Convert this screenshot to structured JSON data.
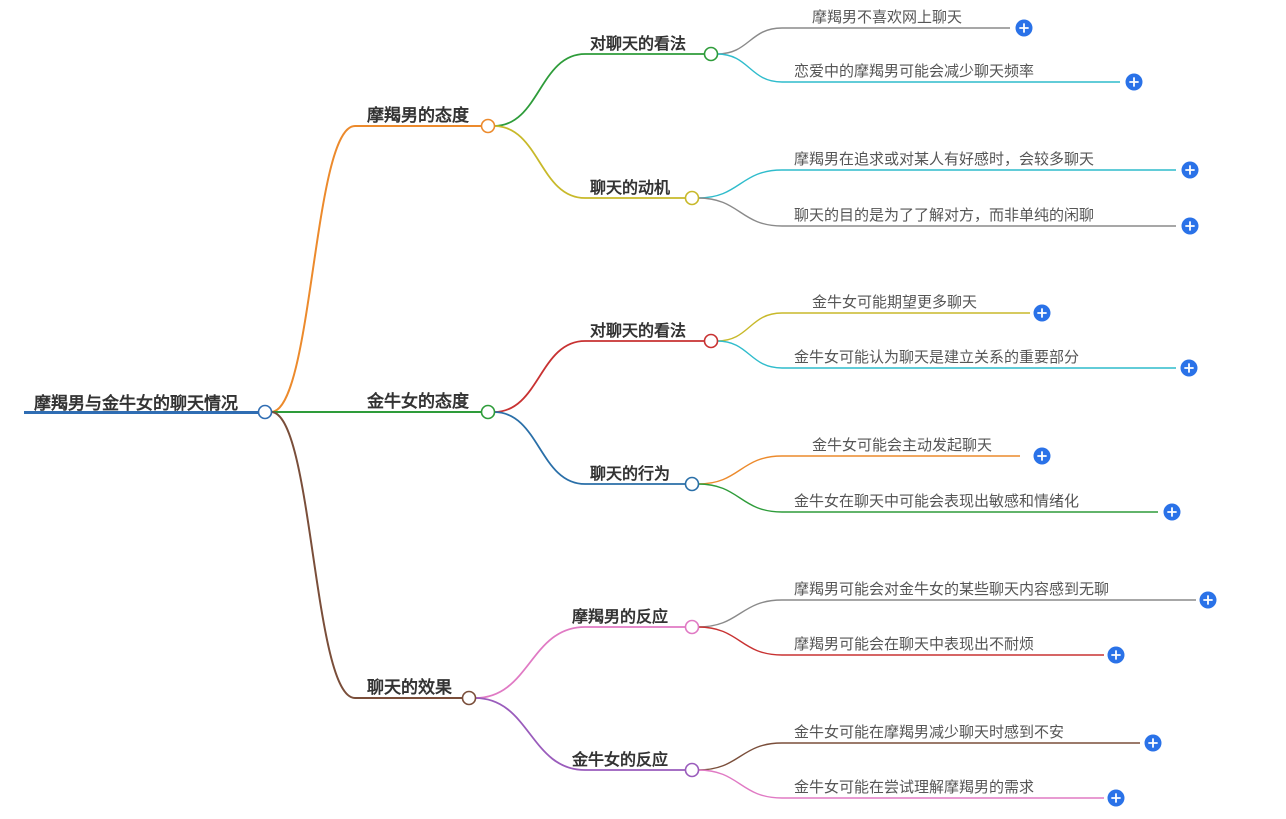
{
  "root": {
    "label": "摩羯男与金牛女的聊天情况",
    "color": "#2f6db3"
  },
  "branches": [
    {
      "label": "摩羯男的态度",
      "color": "#ec8a2c",
      "children": [
        {
          "label": "对聊天的看法",
          "color": "#2e9c3a",
          "leaves": [
            {
              "label": "摩羯男不喜欢网上聊天",
              "color": "#8a8a8a"
            },
            {
              "label": "恋爱中的摩羯男可能会减少聊天频率",
              "color": "#2fbccc"
            }
          ]
        },
        {
          "label": "聊天的动机",
          "color": "#c8b92a",
          "leaves": [
            {
              "label": "摩羯男在追求或对某人有好感时，会较多聊天",
              "color": "#2fbccc"
            },
            {
              "label": "聊天的目的是为了了解对方，而非单纯的闲聊",
              "color": "#8a8a8a"
            }
          ]
        }
      ]
    },
    {
      "label": "金牛女的态度",
      "color": "#2e9c3a",
      "children": [
        {
          "label": "对聊天的看法",
          "color": "#c83232",
          "leaves": [
            {
              "label": "金牛女可能期望更多聊天",
              "color": "#c8b92a"
            },
            {
              "label": "金牛女可能认为聊天是建立关系的重要部分",
              "color": "#2fbccc"
            }
          ]
        },
        {
          "label": "聊天的行为",
          "color": "#2a6fa8",
          "leaves": [
            {
              "label": "金牛女可能会主动发起聊天",
              "color": "#ec8a2c"
            },
            {
              "label": "金牛女在聊天中可能会表现出敏感和情绪化",
              "color": "#2e9c3a"
            }
          ]
        }
      ]
    },
    {
      "label": "聊天的效果",
      "color": "#7a4e3a",
      "children": [
        {
          "label": "摩羯男的反应",
          "color": "#e07ac4",
          "leaves": [
            {
              "label": "摩羯男可能会对金牛女的某些聊天内容感到无聊",
              "color": "#8a8a8a"
            },
            {
              "label": "摩羯男可能会在聊天中表现出不耐烦",
              "color": "#c83232"
            }
          ]
        },
        {
          "label": "金牛女的反应",
          "color": "#9a5cbc",
          "leaves": [
            {
              "label": "金牛女可能在摩羯男减少聊天时感到不安",
              "color": "#7a4e3a"
            },
            {
              "label": "金牛女可能在尝试理解摩羯男的需求",
              "color": "#e07ac4"
            }
          ]
        }
      ]
    }
  ],
  "expand_icon": "plus-circle-icon",
  "expand_color": "#2a72e8"
}
